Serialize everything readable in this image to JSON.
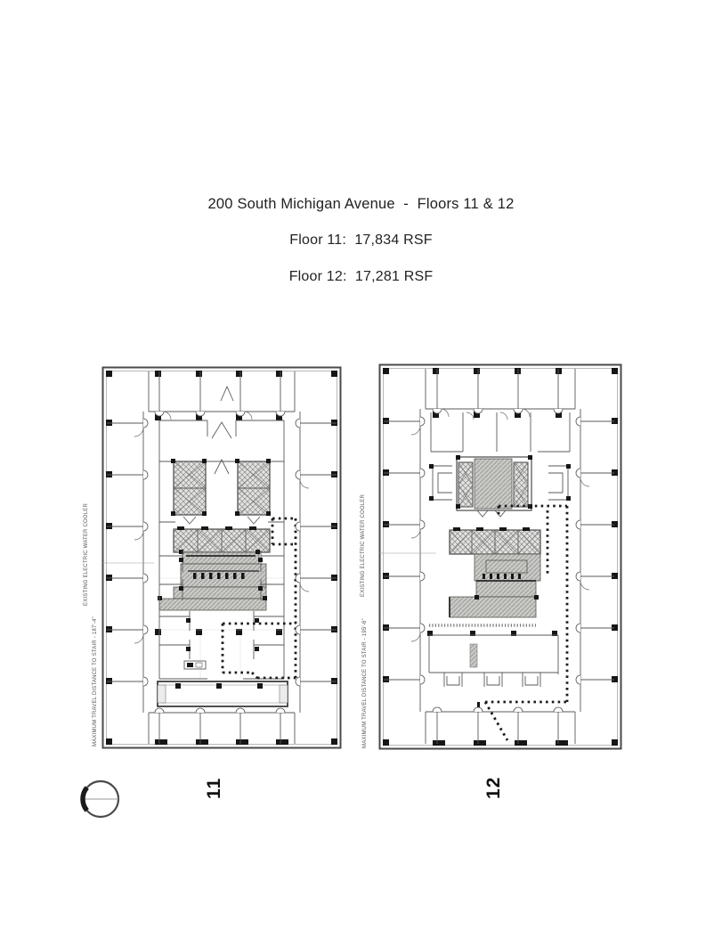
{
  "header": {
    "title": "200 South Michigan Avenue  -  Floors 11 & 12",
    "floor11_rsf": "Floor 11:  17,834 RSF",
    "floor12_rsf": "Floor 12:  17,281 RSF"
  },
  "floor11": {
    "label": "11",
    "water_cooler_note": "EXISTING ELECTRIC WATER COOLER",
    "travel_note": "MAXIMUM TRAVEL DISTANCE TO STAIR - 187'-4\""
  },
  "floor12": {
    "label": "12",
    "water_cooler_note": "EXISTING ELECTRIC WATER COOLER",
    "travel_note": "MAXIMUM TRAVEL DISTANCE TO STAIR - 195'-6\""
  },
  "icons": {
    "compass": "north-arrow-circle"
  },
  "colors": {
    "line": "#4a4a4a",
    "core_hatch_bg": "#c9c9c6",
    "elevator_hatch_bg": "#e2e2e0",
    "dotted_path": "#1c1c1c"
  }
}
